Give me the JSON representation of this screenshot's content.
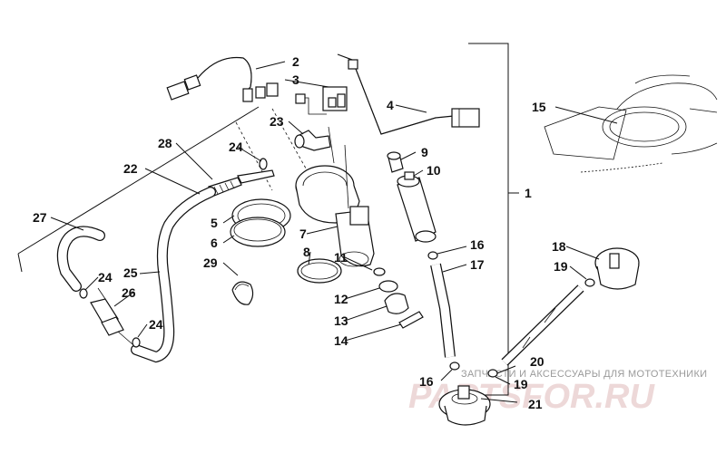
{
  "callouts": {
    "c1": "1",
    "c2": "2",
    "c3": "3",
    "c4": "4",
    "c5": "5",
    "c6": "6",
    "c7": "7",
    "c8": "8",
    "c9": "9",
    "c10": "10",
    "c11": "11",
    "c12": "12",
    "c13": "13",
    "c14": "14",
    "c15": "15",
    "c16a": "16",
    "c16b": "16",
    "c17": "17",
    "c18": "18",
    "c19a": "19",
    "c19b": "19",
    "c20": "20",
    "c21": "21",
    "c22": "22",
    "c23": "23",
    "c24a": "24",
    "c24b": "24",
    "c24c": "24",
    "c25": "25",
    "c26": "26",
    "c27": "27",
    "c28": "28",
    "c29": "29"
  },
  "watermark": {
    "caption": "ЗАПЧАСТИ И АКСЕССУАРЫ ДЛЯ МОТОТЕХНИКИ",
    "logo": "PARTSFOR.RU"
  }
}
